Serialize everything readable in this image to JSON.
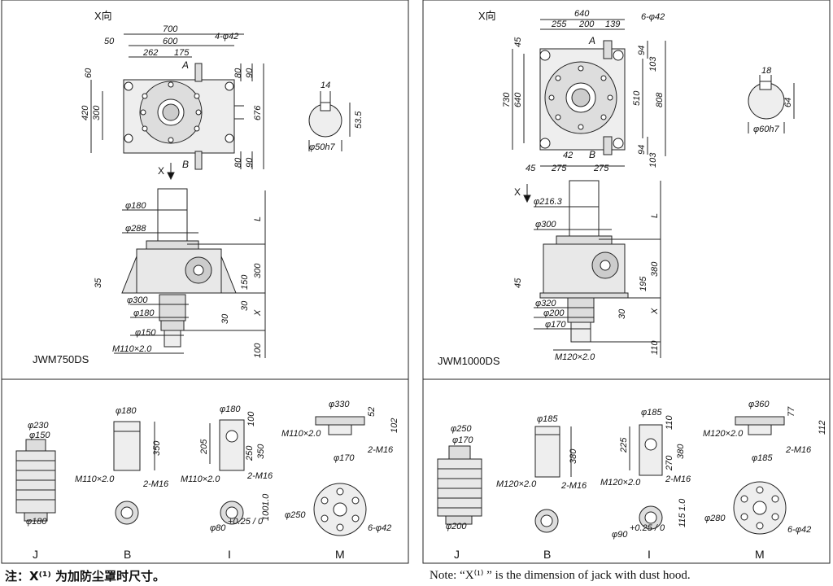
{
  "left": {
    "model": "JWM750DS",
    "view_label": "X向",
    "x_arrow": "X",
    "top_dims": [
      "700",
      "600",
      "50",
      "262",
      "175",
      "4-φ42",
      "60",
      "80",
      "90",
      "420",
      "300",
      "676",
      "A",
      "B",
      "80",
      "90"
    ],
    "shaft": {
      "width": "14",
      "depth": "53.5",
      "dia": "φ50h7"
    },
    "side_dims": [
      "φ180",
      "φ288",
      "L",
      "35",
      "300",
      "150",
      "30",
      "X",
      "φ300",
      "φ180",
      "30",
      "φ150",
      "M110×2.0",
      "100"
    ],
    "parts": {
      "J": {
        "label": "J",
        "dims": [
          "φ230",
          "φ150",
          "φ180"
        ]
      },
      "B": {
        "label": "B",
        "dims": [
          "φ180",
          "350",
          "M110×2.0",
          "2-M16"
        ]
      },
      "I": {
        "label": "I",
        "dims": [
          "φ180",
          "100",
          "205",
          "250",
          "350",
          "M110×2.0",
          "2-M16",
          "φ80",
          "+0.25 / 0",
          "100",
          "1.0"
        ]
      },
      "M": {
        "label": "M",
        "dims": [
          "φ330",
          "52",
          "102",
          "M110×2.0",
          "2-M16",
          "φ170",
          "φ250",
          "6-φ42"
        ]
      }
    }
  },
  "right": {
    "model": "JWM1000DS",
    "view_label": "X向",
    "x_arrow": "X",
    "top_dims": [
      "640",
      "255",
      "200",
      "139",
      "6-φ42",
      "45",
      "730",
      "640",
      "A",
      "94",
      "103",
      "510",
      "808",
      "42",
      "B",
      "94",
      "103",
      "45",
      "275",
      "275"
    ],
    "shaft": {
      "width": "18",
      "depth": "64",
      "dia": "φ60h7"
    },
    "side_dims": [
      "φ216.3",
      "L",
      "φ300",
      "380",
      "45",
      "195",
      "φ320",
      "φ200",
      "30",
      "X",
      "φ170",
      "M120×2.0",
      "110"
    ],
    "parts": {
      "J": {
        "label": "J",
        "dims": [
          "φ250",
          "φ170",
          "φ200"
        ]
      },
      "B": {
        "label": "B",
        "dims": [
          "φ185",
          "380",
          "M120×2.0",
          "2-M16"
        ]
      },
      "I": {
        "label": "I",
        "dims": [
          "φ185",
          "110",
          "225",
          "270",
          "380",
          "M120×2.0",
          "2-M16",
          "φ90",
          "+0.25 / 0",
          "115",
          "1.0"
        ]
      },
      "M": {
        "label": "M",
        "dims": [
          "φ360",
          "77",
          "112",
          "M120×2.0",
          "2-M16",
          "φ185",
          "φ280",
          "6-φ42"
        ]
      }
    }
  },
  "notes": {
    "cn": "注：X⁽¹⁾ 为加防尘罩时尺寸。",
    "en": "Note: “X⁽¹⁾ ” is the dimension of jack with dust hood."
  }
}
